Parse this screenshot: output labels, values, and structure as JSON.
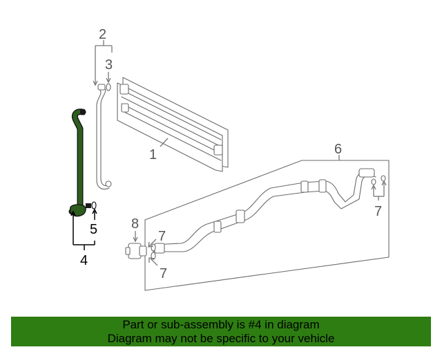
{
  "diagram": {
    "callouts": {
      "c1": "1",
      "c2": "2",
      "c3": "3",
      "c4": "4",
      "c5": "5",
      "c6": "6",
      "c7a": "7",
      "c7b": "7",
      "c7c": "7",
      "c8": "8"
    },
    "highlight_color": "#2e5e1e",
    "highlighted_part": "4"
  },
  "banner": {
    "line1": "Part or sub-assembly is #4 in diagram",
    "line2": "Diagram may not be specific to your vehicle",
    "color": "#2e7d12"
  }
}
